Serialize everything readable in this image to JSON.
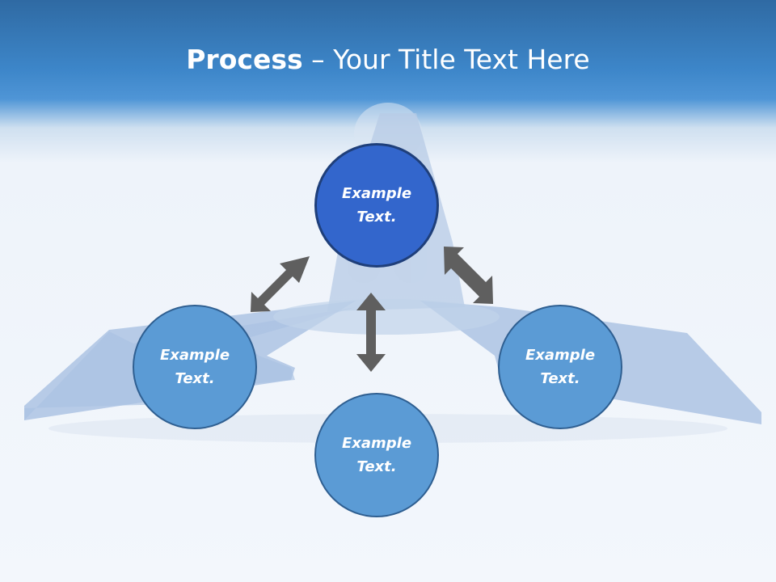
{
  "title": {
    "bold": "Process",
    "rest": " – Your Title Text Here"
  },
  "nodes": {
    "top": "Example\nText.",
    "left": "Example\nText.",
    "right": "Example\nText.",
    "bottom": "Example\nText."
  },
  "colors": {
    "header": "#3d86c9",
    "accent_node": "#3366cc",
    "node": "#5b9bd5",
    "arrow": "#5f5f5f"
  }
}
